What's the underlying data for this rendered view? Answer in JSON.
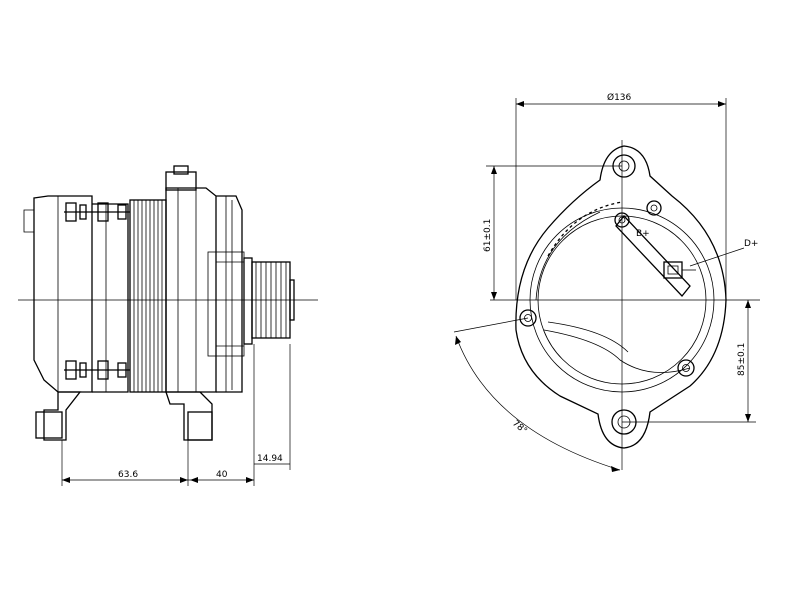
{
  "dimensions": {
    "length_rear": "63.6",
    "length_front": "40",
    "pulley_offset": "14.94",
    "diameter": "Ø136",
    "mount_upper": "61±0.1",
    "mount_lower": "85±0.1",
    "angle": "78°"
  },
  "terminals": {
    "b_plus": "B+",
    "d_plus": "D+"
  }
}
